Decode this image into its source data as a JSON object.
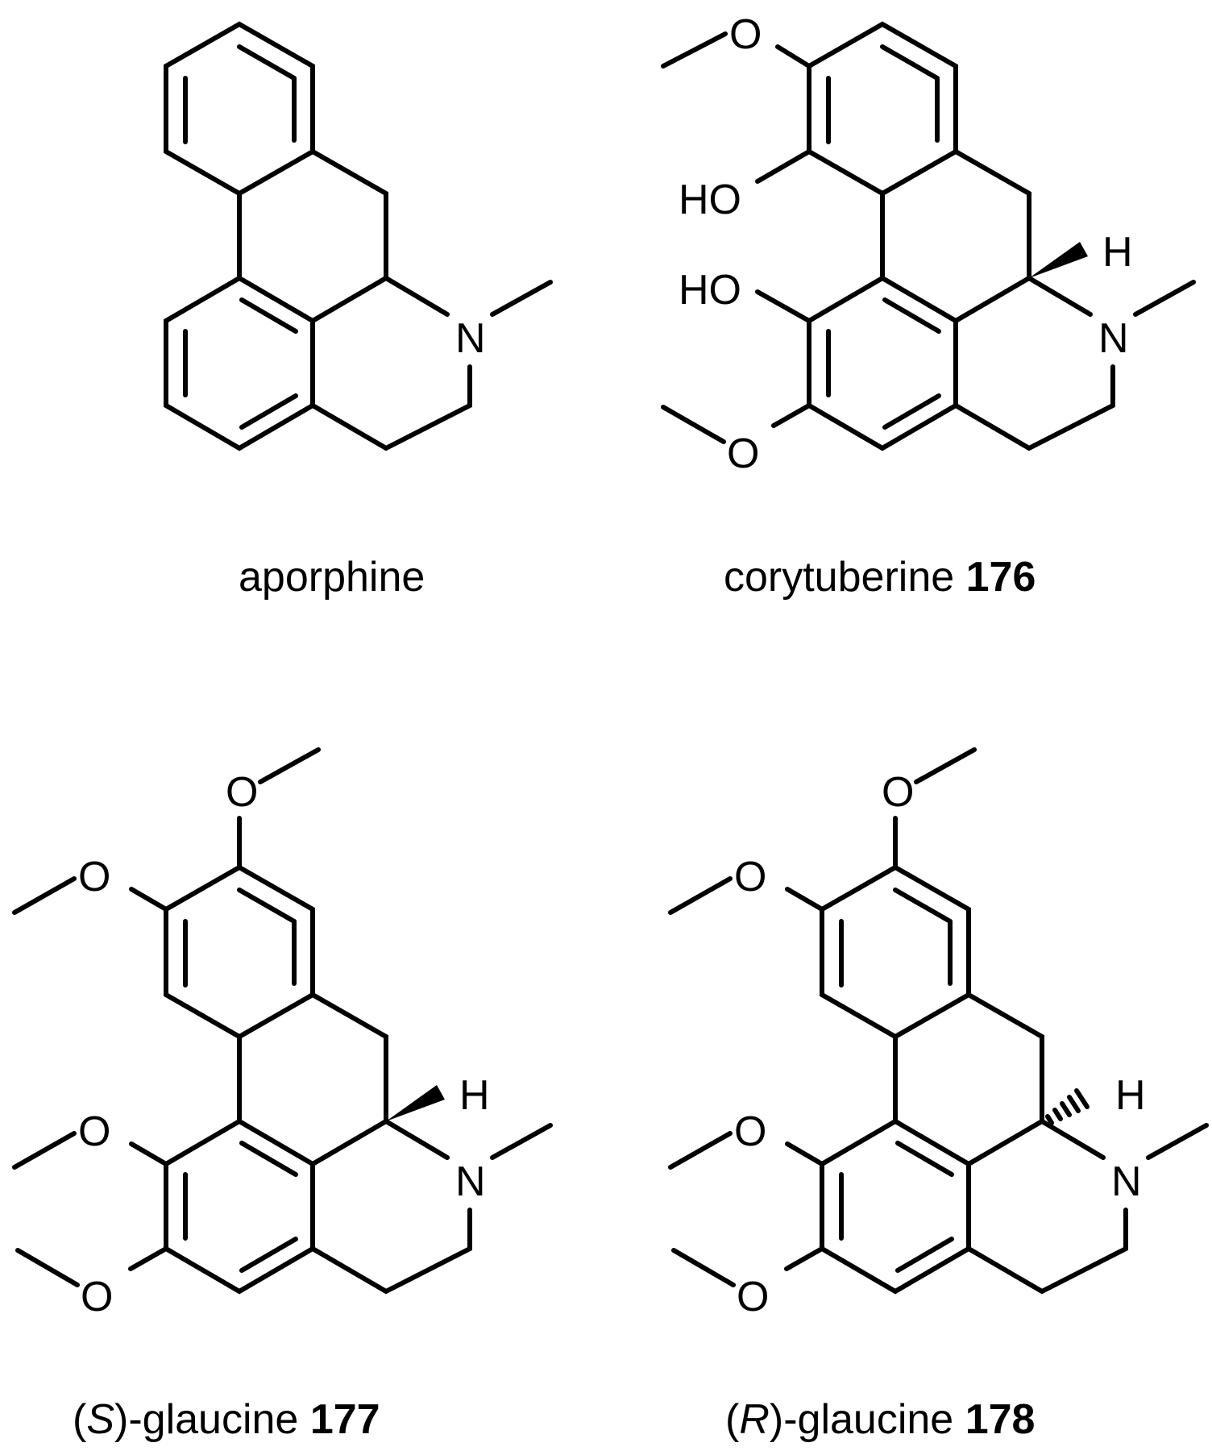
{
  "figure": {
    "background": "#ffffff",
    "ink": "#000000"
  },
  "compounds": [
    {
      "name": "aporphine",
      "caption": {
        "prefix": "",
        "stereo": "",
        "name": "aporphine",
        "number": ""
      },
      "atoms": {
        "N": "N"
      }
    },
    {
      "name": "corytuberine",
      "caption": {
        "prefix": "",
        "stereo": "",
        "name": "corytuberine",
        "number": "176"
      },
      "atoms": {
        "N": "N",
        "H": "H",
        "OH_top": "HO",
        "OH_bottom": "HO",
        "O_top": "O",
        "O_bottom": "O"
      },
      "stereo_bond": "wedge"
    },
    {
      "name": "(S)-glaucine",
      "caption": {
        "prefix": "(",
        "stereo": "S",
        "name": ")-glaucine",
        "number": "177"
      },
      "atoms": {
        "N": "N",
        "H": "H",
        "O1": "O",
        "O2": "O",
        "O3": "O",
        "O4": "O"
      },
      "stereo_bond": "wedge"
    },
    {
      "name": "(R)-glaucine",
      "caption": {
        "prefix": "(",
        "stereo": "R",
        "name": ")-glaucine",
        "number": "178"
      },
      "atoms": {
        "N": "N",
        "H": "H",
        "O1": "O",
        "O2": "O",
        "O3": "O",
        "O4": "O"
      },
      "stereo_bond": "hash"
    }
  ]
}
